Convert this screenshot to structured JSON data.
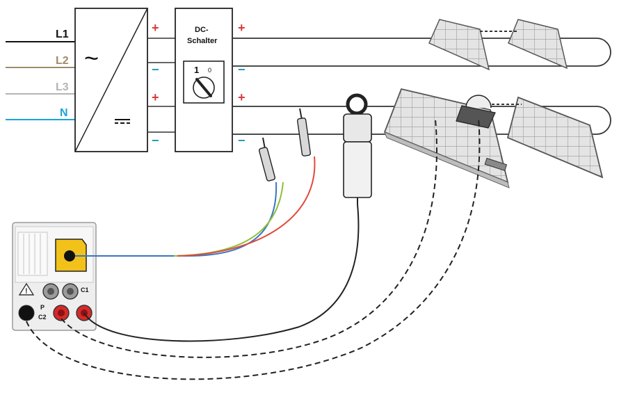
{
  "lines": {
    "l1": {
      "label": "L1",
      "color": "#111111"
    },
    "l2": {
      "label": "L2",
      "color": "#a08a6a"
    },
    "l3": {
      "label": "L3",
      "color": "#b4b4b4"
    },
    "n": {
      "label": "N",
      "color": "#1aa3d9"
    }
  },
  "inverter": {
    "ac_symbol": "~",
    "dc_symbol": "⎓"
  },
  "dc_switch": {
    "title_line1": "DC-",
    "title_line2": "Schalter",
    "pos_on": "1",
    "pos_off": "0"
  },
  "polarity": {
    "plus": "+",
    "minus": "−",
    "plus_color": "#d63a3a",
    "minus_color": "#1f9bb8"
  },
  "instrument": {
    "terminal_c1": "C1",
    "terminal_p": "P",
    "terminal_c2": "C2",
    "warning_symbol": "!"
  },
  "colors": {
    "lead_blue": "#3a74c4",
    "lead_green": "#8fbf3a",
    "lead_red": "#e2493a",
    "terminal_yellow": "#f2c21a",
    "terminal_red": "#d42a2a"
  }
}
